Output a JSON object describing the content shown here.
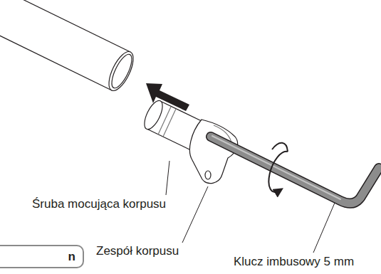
{
  "diagram": {
    "nodes": [
      {
        "text": [
          "n"
        ]
      }
    ],
    "labels": [
      "Śruba mocująca korpusu",
      "Zespół korpusu",
      "Klucz imbusowy 5 mm"
    ]
  }
}
